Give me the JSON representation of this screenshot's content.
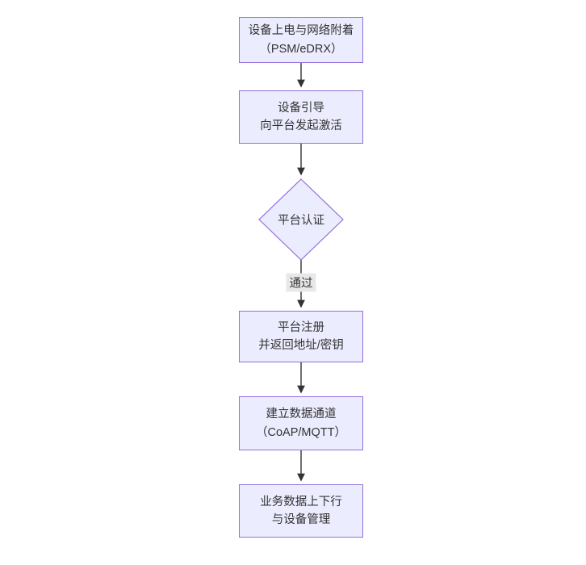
{
  "nodes": {
    "power": {
      "line1": "设备上电与网络附着",
      "line2": "（PSM/eDRX）"
    },
    "bootstrap": {
      "line1": "设备引导",
      "line2": "向平台发起激活"
    },
    "auth": {
      "line1": "平台认证"
    },
    "register": {
      "line1": "平台注册",
      "line2": "并返回地址/密钥"
    },
    "channel": {
      "line1": "建立数据通道",
      "line2": "（CoAP/MQTT）"
    },
    "business": {
      "line1": "业务数据上下行",
      "line2": "与设备管理"
    }
  },
  "edge": {
    "pass_label": "通过"
  },
  "colors": {
    "node_fill": "#ECECFF",
    "node_border": "#9370DB",
    "text": "#333333",
    "arrow": "#333333",
    "label_bg": "#e8e8e8",
    "canvas_bg": "#ffffff"
  }
}
